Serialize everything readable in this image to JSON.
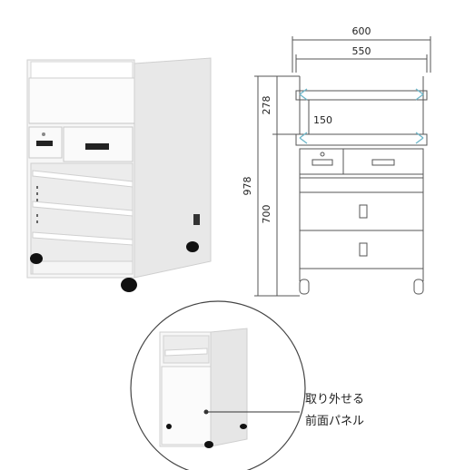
{
  "dimensions": {
    "total_width": "600",
    "inner_width": "550",
    "total_height": "978",
    "upper_height": "278",
    "lower_height": "700",
    "shelf_gap": "150"
  },
  "callout": {
    "line1": "取り外せる",
    "line2": "前面パネル"
  },
  "colors": {
    "cabinet": "#f4f4f4",
    "shadow": "#d9d9d9",
    "line": "#555555",
    "accent": "#6fb7c9"
  }
}
